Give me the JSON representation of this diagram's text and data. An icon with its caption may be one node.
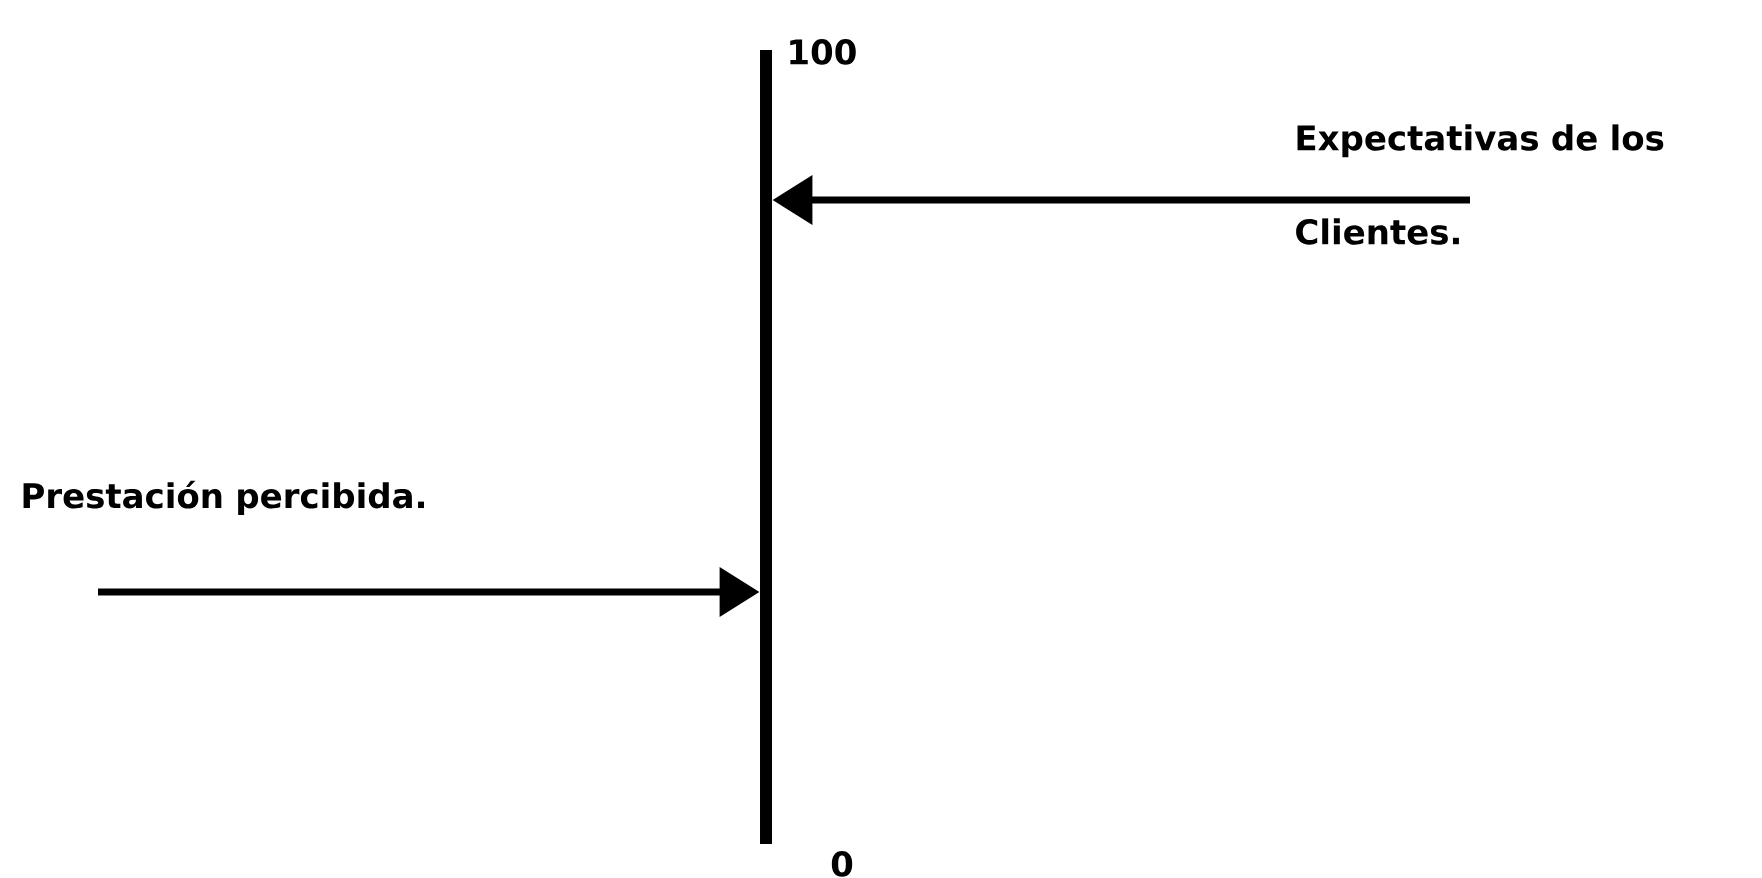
{
  "diagram": {
    "nodes": [
      {
        "text": [],
        "shape": "bar",
        "beside": [
          "100",
          "0"
        ]
      },
      {
        "text": [
          "Expectativas de los Clientes."
        ]
      },
      {
        "text": [
          "Prestación percibida."
        ]
      }
    ],
    "edges": [
      {
        "from": 1,
        "to": 0,
        "arrow": "to"
      },
      {
        "from": 2,
        "to": 0,
        "arrow": "to"
      }
    ]
  }
}
